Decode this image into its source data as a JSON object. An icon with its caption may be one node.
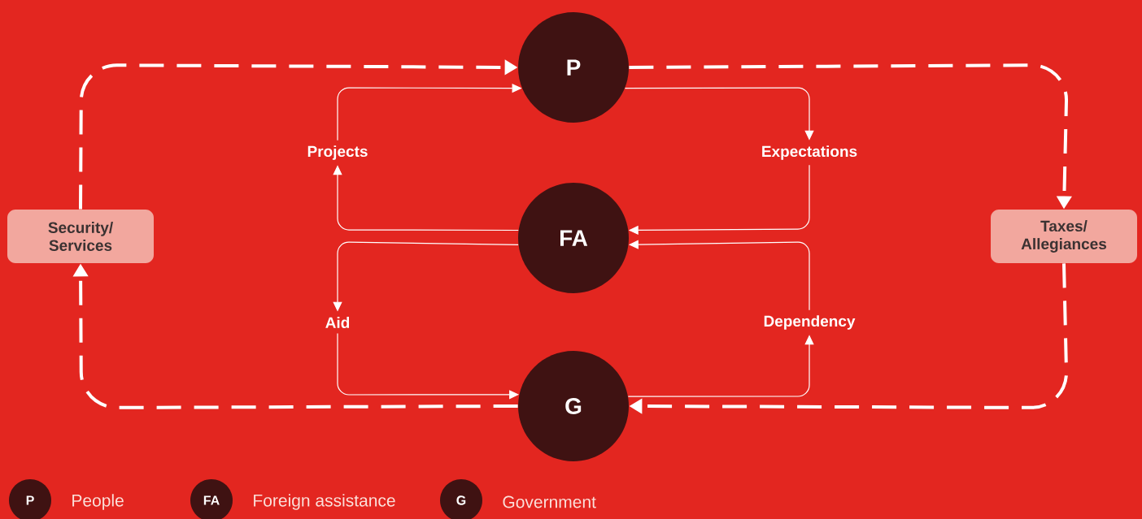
{
  "diagram": {
    "nodes": [
      {
        "text": [
          "P"
        ]
      },
      {
        "text": [
          "FA"
        ]
      },
      {
        "text": [
          "G"
        ]
      },
      {
        "text": [
          "Projects"
        ]
      },
      {
        "text": [
          "Expectations"
        ]
      },
      {
        "text": [
          "Aid"
        ]
      },
      {
        "text": [
          "Dependency"
        ]
      },
      {
        "text": [
          "Security/ Services"
        ]
      },
      {
        "text": [
          "Taxes/ Allegiances"
        ]
      }
    ],
    "edges": [
      {
        "from": 1,
        "to": 3,
        "arrow": "to"
      },
      {
        "from": 3,
        "to": 0,
        "arrow": "to"
      },
      {
        "from": 0,
        "to": 4,
        "arrow": "to"
      },
      {
        "from": 4,
        "to": 1,
        "arrow": "to"
      },
      {
        "from": 1,
        "to": 5,
        "arrow": "to"
      },
      {
        "from": 5,
        "to": 2,
        "arrow": "to"
      },
      {
        "from": 2,
        "to": 6,
        "arrow": "to"
      },
      {
        "from": 6,
        "to": 1,
        "arrow": "to"
      },
      {
        "from": 0,
        "to": 8,
        "arrow": "to",
        "style": "dashed"
      },
      {
        "from": 8,
        "to": 2,
        "arrow": "to",
        "style": "dashed"
      },
      {
        "from": 2,
        "to": 7,
        "arrow": "to",
        "style": "dashed"
      },
      {
        "from": 7,
        "to": 0,
        "arrow": "to",
        "style": "dashed"
      }
    ],
    "labels": [
      "P",
      "FA",
      "G"
    ],
    "legend": [
      {
        "text": "People"
      },
      {
        "text": "Foreign assistance"
      },
      {
        "text": "Government"
      }
    ]
  }
}
